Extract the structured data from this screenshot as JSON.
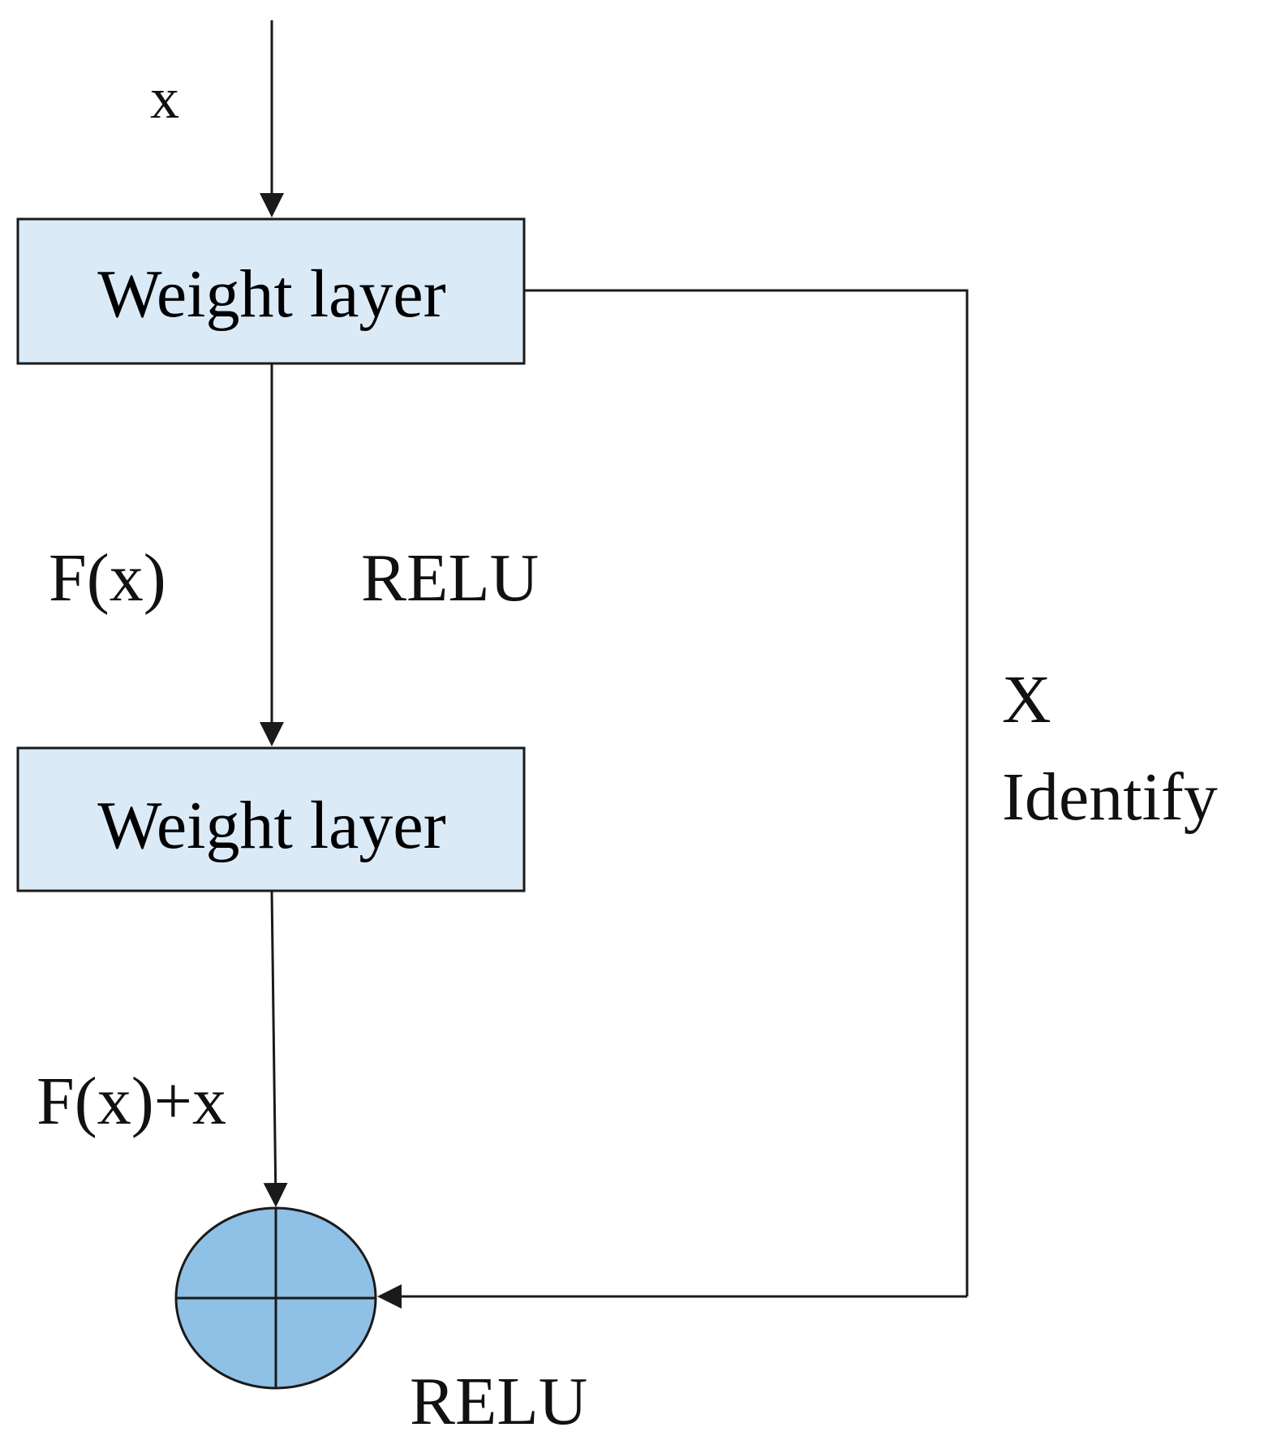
{
  "input_label": "x",
  "blocks": [
    {
      "label": "Weight layer"
    },
    {
      "label": "Weight layer"
    }
  ],
  "labels": {
    "fx": "F(x)",
    "relu_middle": "RELU",
    "shortcut_x": "X",
    "shortcut_identity": "Identify",
    "sum": "F(x)+x",
    "relu_bottom": "RELU"
  },
  "colors": {
    "block_fill": "#dbeaf7",
    "sum_node_fill": "#8fc0e6",
    "stroke": "#1a1a1a",
    "text": "#111111"
  }
}
